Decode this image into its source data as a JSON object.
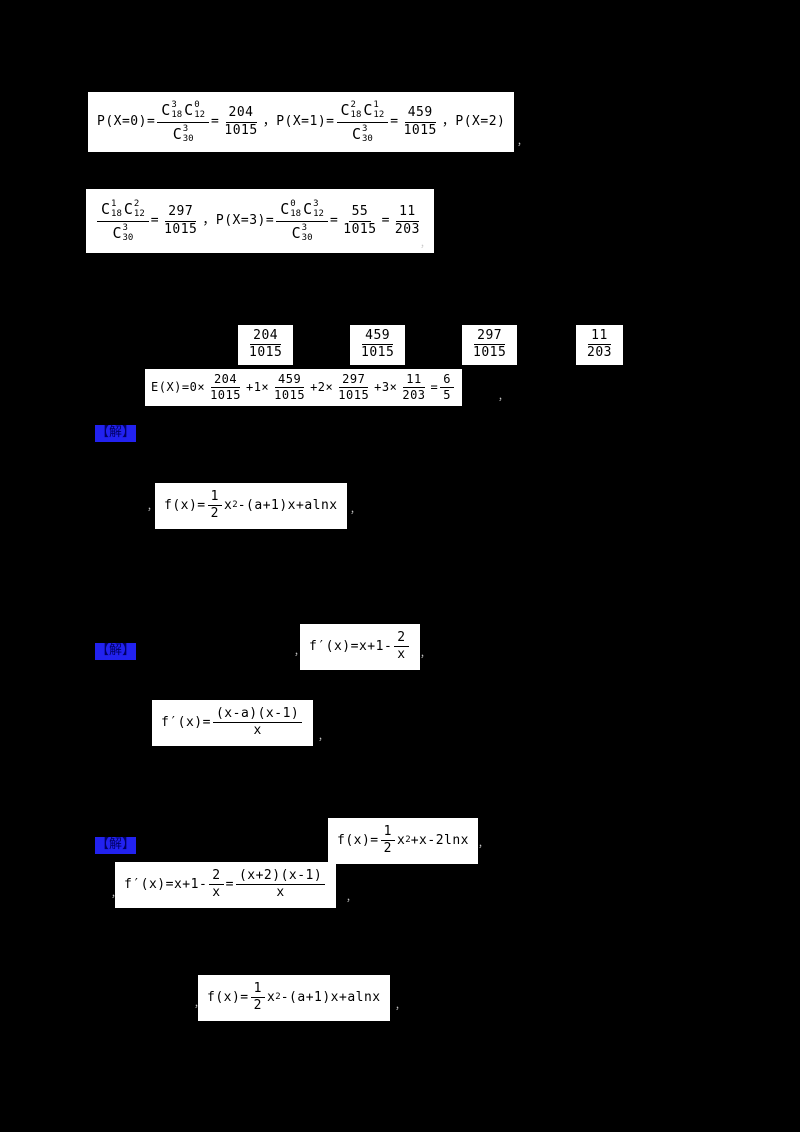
{
  "punct": {
    "comma": "，"
  },
  "tags": {
    "tag1": "【解】",
    "tag2": "【解】",
    "tag3": "【解】"
  },
  "colors": {
    "background": "#000000",
    "formula_box": "#ffffff",
    "tag_blue": "#2222f0"
  },
  "formulas": {
    "line1": [
      {
        "t": "txt",
        "v": "P(X=0)="
      },
      {
        "t": "frac",
        "num": [
          {
            "t": "comb",
            "b": "C",
            "s": "3",
            "i": "18"
          },
          {
            "t": "comb",
            "b": "C",
            "s": "0",
            "i": "12"
          }
        ],
        "den": [
          {
            "t": "comb",
            "b": "C",
            "s": "3",
            "i": "30"
          }
        ]
      },
      {
        "t": "txt",
        "v": "="
      },
      {
        "t": "frac",
        "num": [
          {
            "t": "txt",
            "v": "204"
          }
        ],
        "den": [
          {
            "t": "txt",
            "v": "1015"
          }
        ]
      },
      {
        "t": "txt",
        "v": "， "
      },
      {
        "t": "txt",
        "v": "P(X=1)="
      },
      {
        "t": "frac",
        "num": [
          {
            "t": "comb",
            "b": "C",
            "s": "2",
            "i": "18"
          },
          {
            "t": "comb",
            "b": "C",
            "s": "1",
            "i": "12"
          }
        ],
        "den": [
          {
            "t": "comb",
            "b": "C",
            "s": "3",
            "i": "30"
          }
        ]
      },
      {
        "t": "txt",
        "v": "="
      },
      {
        "t": "frac",
        "num": [
          {
            "t": "txt",
            "v": "459"
          }
        ],
        "den": [
          {
            "t": "txt",
            "v": "1015"
          }
        ]
      },
      {
        "t": "txt",
        "v": "， "
      },
      {
        "t": "txt",
        "v": "P(X=2)"
      }
    ],
    "line2": [
      {
        "t": "frac",
        "num": [
          {
            "t": "comb",
            "b": "C",
            "s": "1",
            "i": "18"
          },
          {
            "t": "comb",
            "b": "C",
            "s": "2",
            "i": "12"
          }
        ],
        "den": [
          {
            "t": "comb",
            "b": "C",
            "s": "3",
            "i": "30"
          }
        ]
      },
      {
        "t": "txt",
        "v": "="
      },
      {
        "t": "frac",
        "num": [
          {
            "t": "txt",
            "v": "297"
          }
        ],
        "den": [
          {
            "t": "txt",
            "v": "1015"
          }
        ]
      },
      {
        "t": "txt",
        "v": "， "
      },
      {
        "t": "txt",
        "v": "P(X=3)="
      },
      {
        "t": "frac",
        "num": [
          {
            "t": "comb",
            "b": "C",
            "s": "0",
            "i": "18"
          },
          {
            "t": "comb",
            "b": "C",
            "s": "3",
            "i": "12"
          }
        ],
        "den": [
          {
            "t": "comb",
            "b": "C",
            "s": "3",
            "i": "30"
          }
        ]
      },
      {
        "t": "txt",
        "v": "="
      },
      {
        "t": "frac",
        "num": [
          {
            "t": "txt",
            "v": "55"
          }
        ],
        "den": [
          {
            "t": "txt",
            "v": "1015"
          }
        ]
      },
      {
        "t": "txt",
        "v": "="
      },
      {
        "t": "frac",
        "num": [
          {
            "t": "txt",
            "v": "11"
          }
        ],
        "den": [
          {
            "t": "txt",
            "v": "203"
          }
        ]
      }
    ],
    "dist": {
      "p0": [
        {
          "t": "frac",
          "num": [
            {
              "t": "txt",
              "v": "204"
            }
          ],
          "den": [
            {
              "t": "txt",
              "v": "1015"
            }
          ]
        }
      ],
      "p1": [
        {
          "t": "frac",
          "num": [
            {
              "t": "txt",
              "v": "459"
            }
          ],
          "den": [
            {
              "t": "txt",
              "v": "1015"
            }
          ]
        }
      ],
      "p2": [
        {
          "t": "frac",
          "num": [
            {
              "t": "txt",
              "v": "297"
            }
          ],
          "den": [
            {
              "t": "txt",
              "v": "1015"
            }
          ]
        }
      ],
      "p3": [
        {
          "t": "frac",
          "num": [
            {
              "t": "txt",
              "v": "11"
            }
          ],
          "den": [
            {
              "t": "txt",
              "v": "203"
            }
          ]
        }
      ]
    },
    "expectation": [
      {
        "t": "txt",
        "v": "E(X)=0×"
      },
      {
        "t": "frac",
        "num": [
          {
            "t": "txt",
            "v": "204"
          }
        ],
        "den": [
          {
            "t": "txt",
            "v": "1015"
          }
        ]
      },
      {
        "t": "txt",
        "v": "+1×"
      },
      {
        "t": "frac",
        "num": [
          {
            "t": "txt",
            "v": "459"
          }
        ],
        "den": [
          {
            "t": "txt",
            "v": "1015"
          }
        ]
      },
      {
        "t": "txt",
        "v": "+2×"
      },
      {
        "t": "frac",
        "num": [
          {
            "t": "txt",
            "v": "297"
          }
        ],
        "den": [
          {
            "t": "txt",
            "v": "1015"
          }
        ]
      },
      {
        "t": "txt",
        "v": "+3×"
      },
      {
        "t": "frac",
        "num": [
          {
            "t": "txt",
            "v": "11"
          }
        ],
        "den": [
          {
            "t": "txt",
            "v": "203"
          }
        ]
      },
      {
        "t": "txt",
        "v": "="
      },
      {
        "t": "frac",
        "num": [
          {
            "t": "txt",
            "v": "6"
          }
        ],
        "den": [
          {
            "t": "txt",
            "v": "5"
          }
        ]
      }
    ],
    "fx1": [
      {
        "t": "txt",
        "v": "f(x)="
      },
      {
        "t": "frac",
        "num": [
          {
            "t": "txt",
            "v": "1"
          }
        ],
        "den": [
          {
            "t": "txt",
            "v": "2"
          }
        ]
      },
      {
        "t": "txt",
        "v": "x"
      },
      {
        "t": "sup",
        "v": "2"
      },
      {
        "t": "txt",
        "v": "-(a+1)x+alnx"
      }
    ],
    "fprime1": [
      {
        "t": "txt",
        "v": "f′(x)=x+1-"
      },
      {
        "t": "frac",
        "num": [
          {
            "t": "txt",
            "v": "2"
          }
        ],
        "den": [
          {
            "t": "txt",
            "v": "x"
          }
        ]
      }
    ],
    "fprime2": [
      {
        "t": "txt",
        "v": "f′(x)="
      },
      {
        "t": "frac",
        "num": [
          {
            "t": "txt",
            "v": "(x-a)(x-1)"
          }
        ],
        "den": [
          {
            "t": "txt",
            "v": "x"
          }
        ]
      }
    ],
    "fx2": [
      {
        "t": "txt",
        "v": "f(x)="
      },
      {
        "t": "frac",
        "num": [
          {
            "t": "txt",
            "v": "1"
          }
        ],
        "den": [
          {
            "t": "txt",
            "v": "2"
          }
        ]
      },
      {
        "t": "txt",
        "v": "x"
      },
      {
        "t": "sup",
        "v": "2"
      },
      {
        "t": "txt",
        "v": "+x-2lnx"
      }
    ],
    "fprime3": [
      {
        "t": "txt",
        "v": "f′(x)=x+1-"
      },
      {
        "t": "frac",
        "num": [
          {
            "t": "txt",
            "v": "2"
          }
        ],
        "den": [
          {
            "t": "txt",
            "v": "x"
          }
        ]
      },
      {
        "t": "txt",
        "v": "="
      },
      {
        "t": "frac",
        "num": [
          {
            "t": "txt",
            "v": "(x+2)(x-1)"
          }
        ],
        "den": [
          {
            "t": "txt",
            "v": "x"
          }
        ]
      }
    ],
    "fx3": [
      {
        "t": "txt",
        "v": "f(x)="
      },
      {
        "t": "frac",
        "num": [
          {
            "t": "txt",
            "v": "1"
          }
        ],
        "den": [
          {
            "t": "txt",
            "v": "2"
          }
        ]
      },
      {
        "t": "txt",
        "v": "x"
      },
      {
        "t": "sup",
        "v": "2"
      },
      {
        "t": "txt",
        "v": "-(a+1)x+alnx"
      }
    ]
  }
}
